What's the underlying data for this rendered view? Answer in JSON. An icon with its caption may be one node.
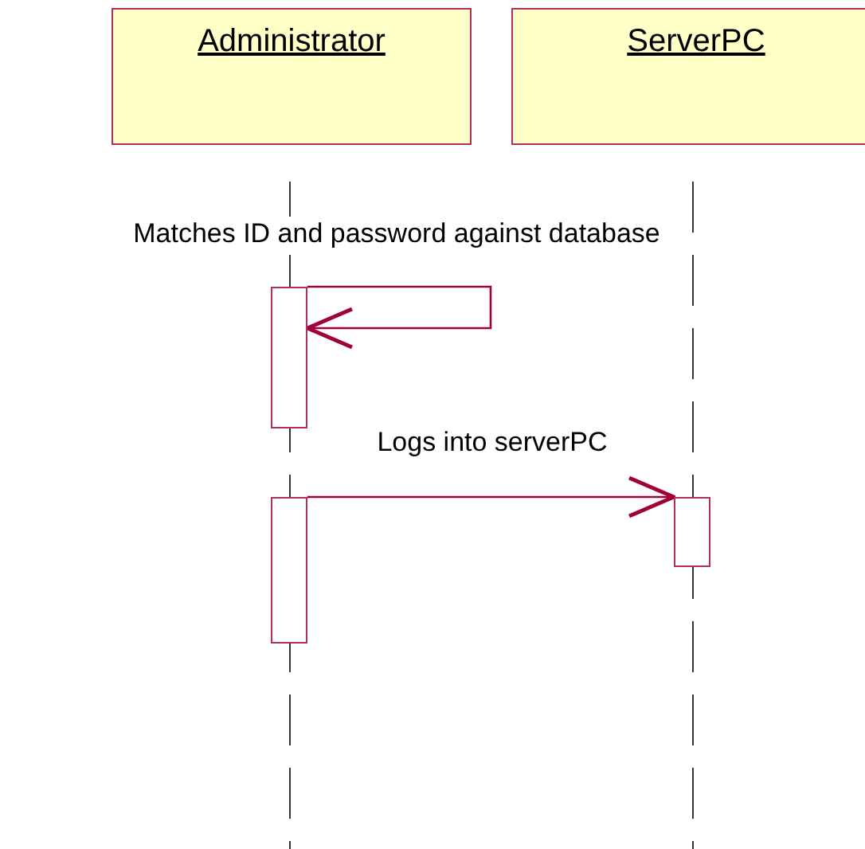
{
  "diagram": {
    "nodes": [
      {
        "text": [
          "Administrator"
        ]
      },
      {
        "text": [
          "ServerPC"
        ]
      },
      {
        "text": [],
        "shape": "bar"
      },
      {
        "text": [],
        "shape": "bar"
      },
      {
        "text": [],
        "shape": "bar"
      }
    ],
    "edges": [
      {
        "from": 2,
        "to": 2,
        "arrow": "to",
        "label": "Matches ID and password against database"
      },
      {
        "from": 3,
        "to": 4,
        "arrow": "to",
        "label": "Logs into serverPC"
      }
    ]
  }
}
